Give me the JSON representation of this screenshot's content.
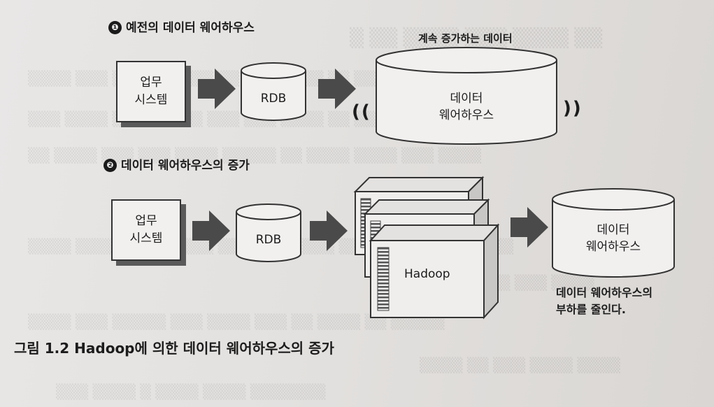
{
  "section1": {
    "number": "❶",
    "title": "예전의 데이터 웨어하우스"
  },
  "section2": {
    "number": "❷",
    "title": "데이터 웨어하우스의 증가"
  },
  "row1": {
    "system_box": "업무\n시스템",
    "rdb": "RDB",
    "dw_label": "데이터\n웨어하우스",
    "dw_note": "계속 증가하는 데이터",
    "left_paren": "((",
    "right_paren": "))"
  },
  "row2": {
    "system_box": "업무\n시스템",
    "rdb": "RDB",
    "hadoop": "Hadoop",
    "dw_label": "데이터\n웨어하우스",
    "dw_note": "데이터 웨어하우스의\n부하를 줄인다."
  },
  "caption": "그림 1.2  Hadoop에 의한 데이터 웨어하우스의 증가",
  "colors": {
    "arrow": "#4a4a4a",
    "shadow": "#5a5a5a",
    "outline": "#333333"
  }
}
